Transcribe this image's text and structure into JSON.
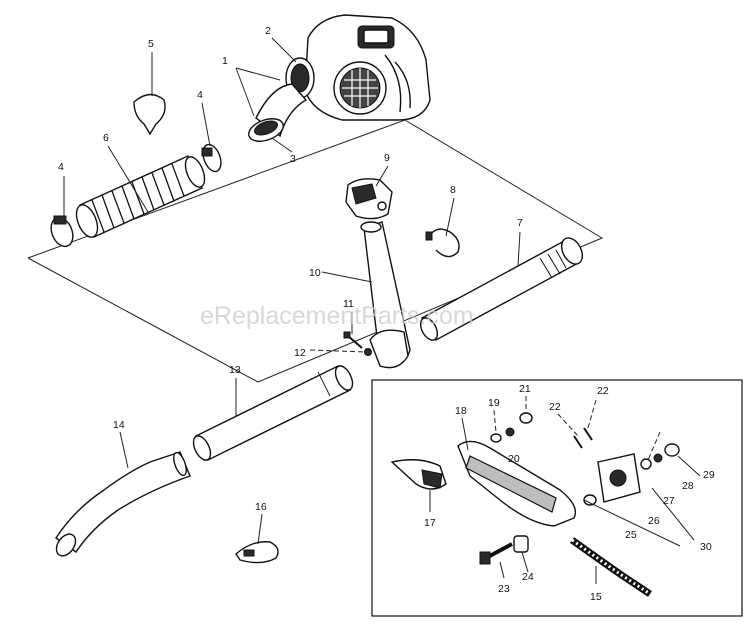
{
  "watermark": "eReplacementParts.com",
  "callouts": [
    "1",
    "2",
    "3",
    "4",
    "5",
    "6",
    "4",
    "7",
    "8",
    "9",
    "10",
    "11",
    "12",
    "13",
    "14",
    "16",
    "17",
    "18",
    "19",
    "20",
    "21",
    "22",
    "22",
    "23",
    "24",
    "15",
    "25",
    "26",
    "27",
    "28",
    "29",
    "30"
  ]
}
